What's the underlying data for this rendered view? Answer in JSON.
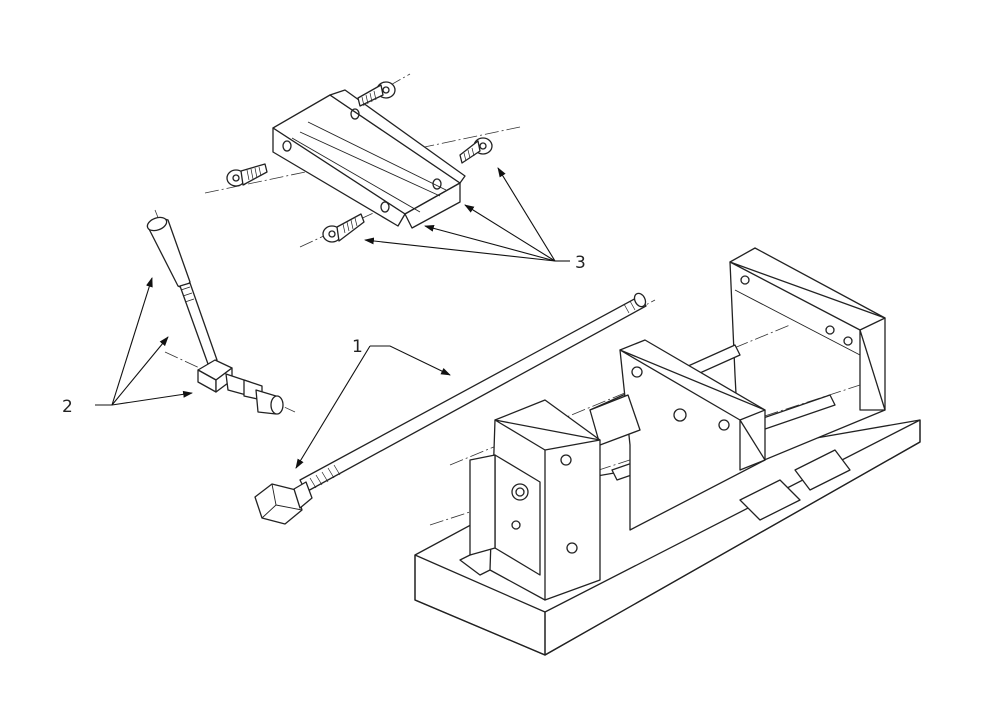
{
  "callouts": {
    "lead_screw": "1",
    "handle": "2",
    "jaw_plate_screws": "3"
  },
  "colors": {
    "line": "#222222",
    "background": "#ffffff"
  }
}
